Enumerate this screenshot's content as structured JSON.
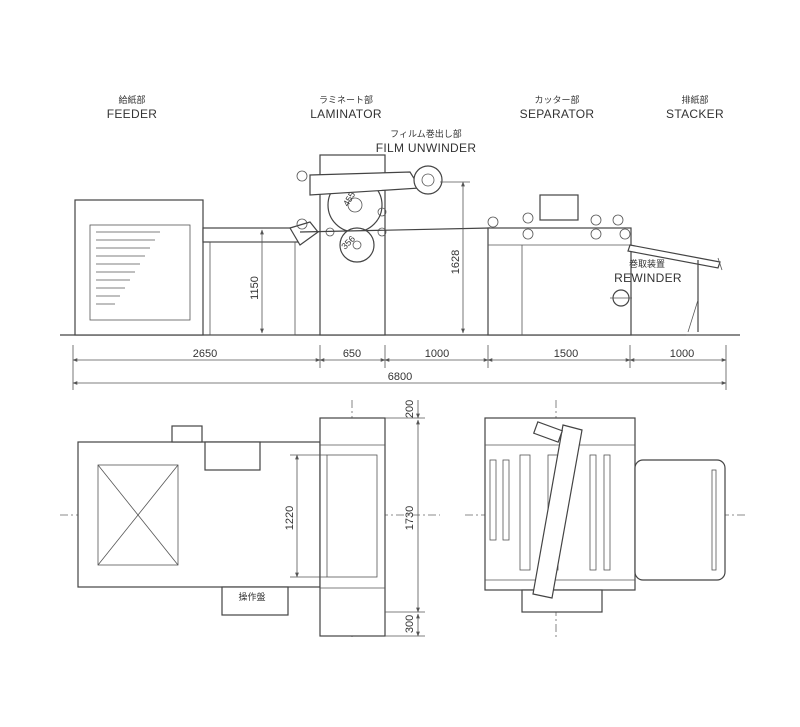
{
  "section_labels": {
    "feeder": {
      "jp": "給紙部",
      "en": "FEEDER"
    },
    "laminator": {
      "jp": "ラミネート部",
      "en": "LAMINATOR"
    },
    "film_unwinder": {
      "jp": "フィルム巻出し部",
      "en": "FILM UNWINDER"
    },
    "separator": {
      "jp": "カッター部",
      "en": "SEPARATOR"
    },
    "stacker": {
      "jp": "排紙部",
      "en": "STACKER"
    },
    "rewinder": {
      "jp": "巻取装置",
      "en": "REWINDER"
    }
  },
  "side_view": {
    "roll_upper_dia": "455",
    "roll_lower_dia": "356",
    "height_feeder": "1150",
    "height_total": "1628"
  },
  "length_dims": {
    "feeder": "2650",
    "laminator": "650",
    "gap": "1000",
    "separator": "1500",
    "stacker": "1000",
    "total": "6800"
  },
  "top_view": {
    "dim_top": "200",
    "dim_width": "1220",
    "dim_total": "1730",
    "dim_bottom": "300",
    "control_panel": "操作盤"
  }
}
